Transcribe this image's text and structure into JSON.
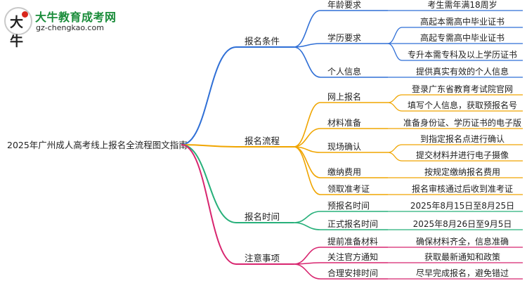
{
  "logo": {
    "glyph": "大牛",
    "title": "大牛教育成考网",
    "url": "gz-chengkao.com"
  },
  "mindmap": {
    "root": "2025年广州成人高考线上报名全流程图文指南",
    "branches": [
      {
        "label": "报名条件",
        "color": "#2f6fd6",
        "children": [
          {
            "label": "年龄要求",
            "details": [
              "考生需年满18周岁"
            ]
          },
          {
            "label": "学历要求",
            "details": [
              "高起本需高中毕业证书",
              "高起专需高中毕业证书",
              "专升本需专科及以上学历证书"
            ]
          },
          {
            "label": "个人信息",
            "details": [
              "提供真实有效的个人信息"
            ]
          }
        ]
      },
      {
        "label": "报名流程",
        "color": "#f0a500",
        "children": [
          {
            "label": "网上报名",
            "details": [
              "登录广东省教育考试院官网",
              "填写个人信息，获取预报名号"
            ]
          },
          {
            "label": "材料准备",
            "details": [
              "准备身份证、学历证书的电子版"
            ]
          },
          {
            "label": "现场确认",
            "details": [
              "到指定报名点进行确认",
              "提交材料并进行电子摄像"
            ]
          },
          {
            "label": "缴纳费用",
            "details": [
              "按规定缴纳报名费用"
            ]
          },
          {
            "label": "领取准考证",
            "details": [
              "报名审核通过后收到准考证"
            ]
          }
        ]
      },
      {
        "label": "报名时间",
        "color": "#27b07a",
        "children": [
          {
            "label": "预报名时间",
            "details": [
              "2025年8月15日至8月25日"
            ]
          },
          {
            "label": "正式报名时间",
            "details": [
              "2025年8月26日至9月5日"
            ]
          }
        ]
      },
      {
        "label": "注意事项",
        "color": "#d8256f",
        "children": [
          {
            "label": "提前准备材料",
            "details": [
              "确保材料齐全，信息准确"
            ]
          },
          {
            "label": "关注官方通知",
            "details": [
              "获取最新通知和政策"
            ]
          },
          {
            "label": "合理安排时间",
            "details": [
              "尽早完成报名，避免错过"
            ]
          }
        ]
      }
    ]
  }
}
